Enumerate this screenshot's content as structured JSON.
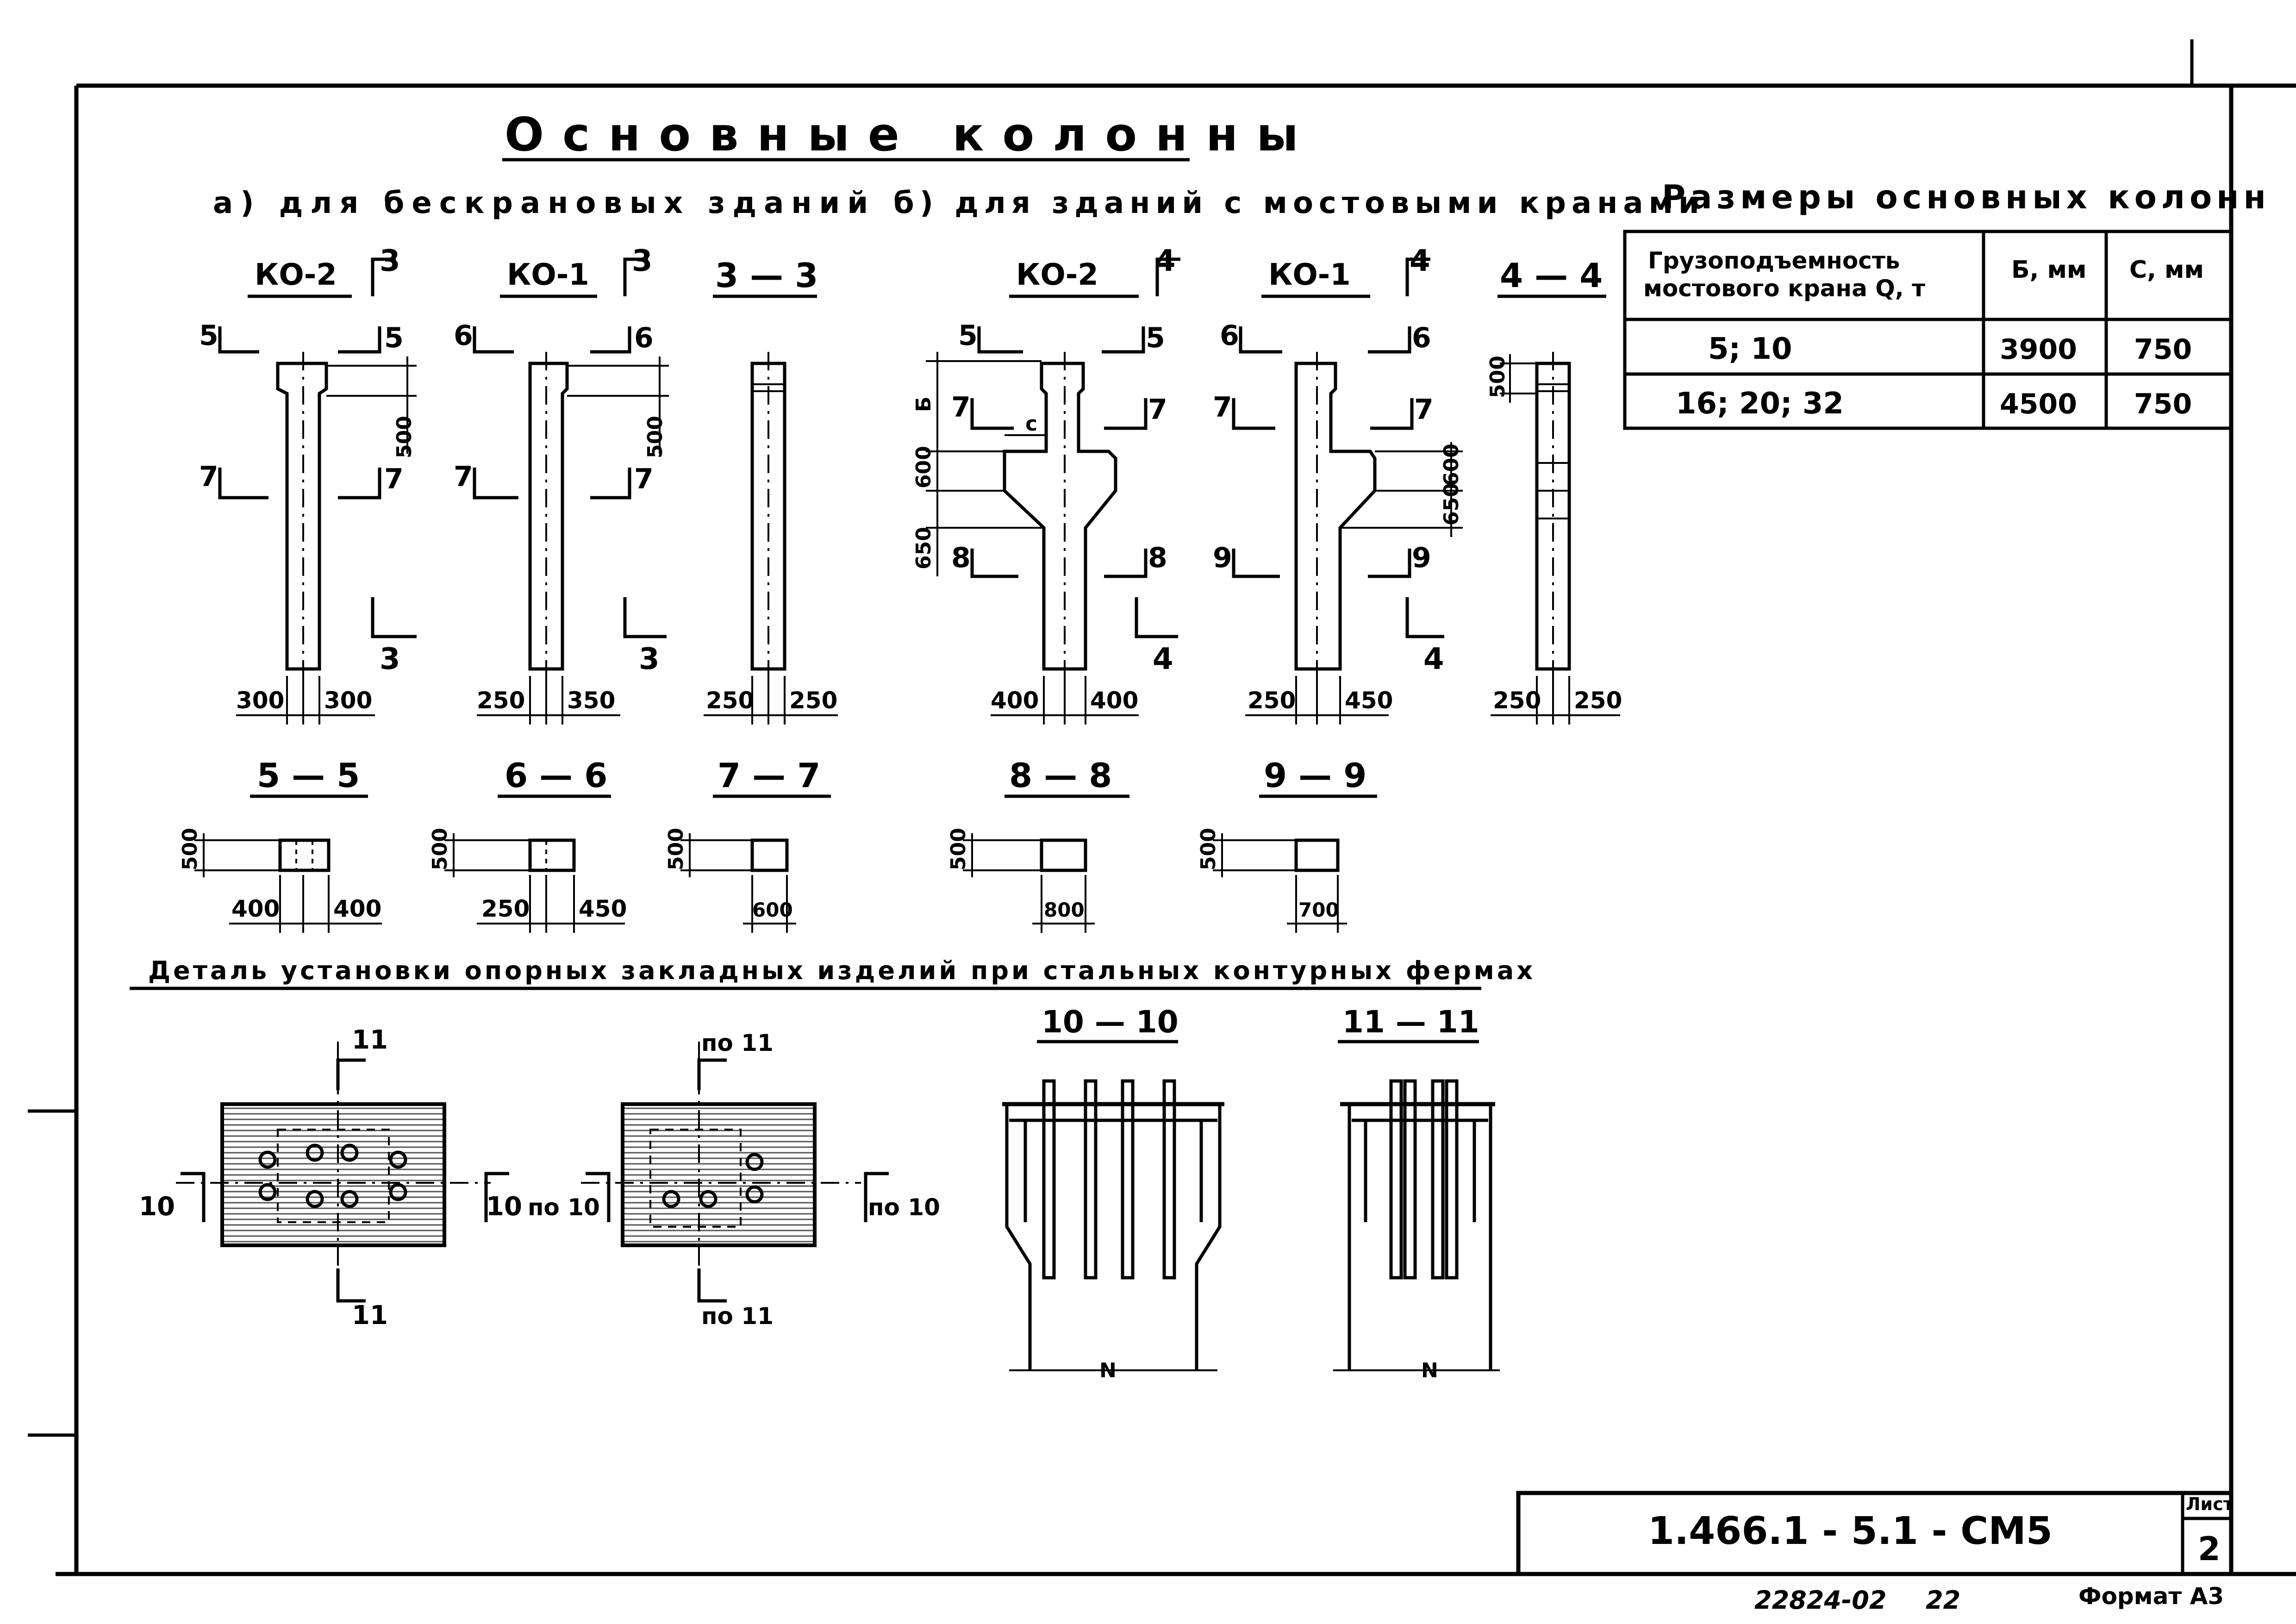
{
  "title": "Основные колонны",
  "subtitle_a": "а) для бескрановых зданий",
  "subtitle_b": "б) для зданий с мостовыми кранами",
  "columns_a": [
    {
      "mark": "КО-2",
      "cut": "3",
      "dims": [
        "300",
        "300"
      ],
      "top_dim": "500"
    },
    {
      "mark": "КО-1",
      "cut": "3",
      "dims": [
        "250",
        "350"
      ],
      "top_dim": "500"
    },
    {
      "section": "3 — 3",
      "dims": [
        "250",
        "250"
      ]
    }
  ],
  "columns_b": [
    {
      "mark": "КО-2",
      "cut": "4",
      "dims": [
        "400",
        "400"
      ],
      "side_dims": [
        "Б",
        "600",
        "650"
      ],
      "c_label": "с"
    },
    {
      "mark": "КО-1",
      "cut": "4",
      "dims": [
        "250",
        "450"
      ],
      "side_dims": [
        "600",
        "650"
      ]
    },
    {
      "section": "4 — 4",
      "dims": [
        "250",
        "250"
      ],
      "top_dim": "500"
    }
  ],
  "cut_marks": {
    "s5": "5",
    "s6": "6",
    "s7": "7",
    "s8": "8",
    "s9": "9",
    "s3": "3",
    "s4": "4"
  },
  "sections": [
    {
      "title": "5 — 5",
      "h": "500",
      "dims": [
        "400",
        "400"
      ]
    },
    {
      "title": "6 — 6",
      "h": "500",
      "dims": [
        "250",
        "450"
      ]
    },
    {
      "title": "7 — 7",
      "h": "500",
      "dims": [
        "600"
      ]
    },
    {
      "title": "8 — 8",
      "h": "500",
      "dims": [
        "800"
      ]
    },
    {
      "title": "9 — 9",
      "h": "500",
      "dims": [
        "700"
      ]
    }
  ],
  "sizes_table": {
    "title": "Размеры основных колонн",
    "headers": [
      "Грузоподъемность мостового крана Q, т",
      "Б, мм",
      "С, мм"
    ],
    "rows": [
      [
        "5; 10",
        "3900",
        "750"
      ],
      [
        "16; 20; 32",
        "4500",
        "750"
      ]
    ]
  },
  "detail": {
    "title": "Деталь установки опорных закладных изделий при стальных контурных фермах",
    "cut11": "11",
    "cut10": "10",
    "po11": "по 11",
    "po10": "по 10",
    "sec10": "10 — 10",
    "sec11": "11 — 11",
    "n_label": "N"
  },
  "stamp": {
    "code": "1.466.1 - 5.1 - СМ5",
    "sheet_label": "Лист",
    "sheet_no": "2"
  },
  "footer": {
    "number": "22824-02",
    "page": "22",
    "format": "Формат А3"
  }
}
